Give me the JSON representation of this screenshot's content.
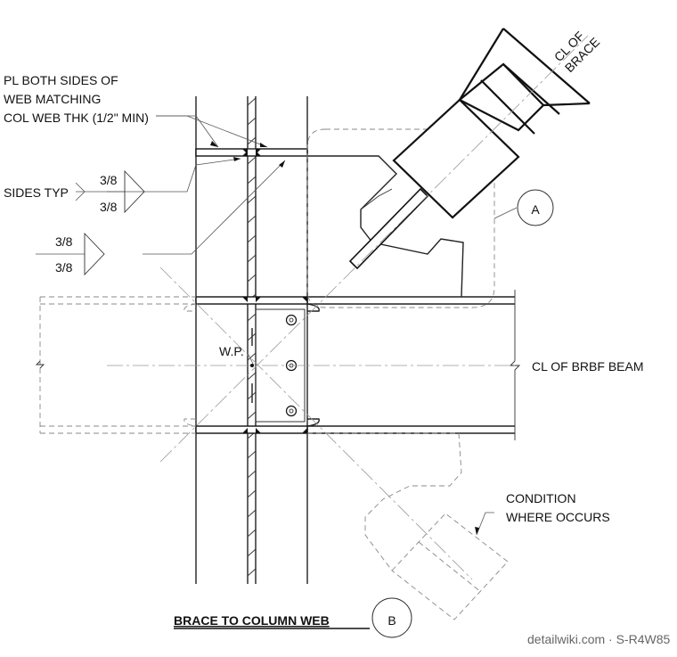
{
  "notes": {
    "note_pl_line1": "PL BOTH SIDES OF",
    "note_pl_line2": "WEB MATCHING",
    "note_pl_line3": "COL WEB  THK (1/2\" MIN)",
    "sides_typ": "SIDES TYP",
    "weld_top_upper": "3/8",
    "weld_top_lower": "3/8",
    "weld_mid_upper": "3/8",
    "weld_mid_lower": "3/8",
    "wp": "W.P.",
    "cl_brbf_beam": "CL OF BRBF  BEAM",
    "cl_brace_line1": "CL OF",
    "cl_brace_line2": "BRACE",
    "condition_line1": "CONDITION",
    "condition_line2": "WHERE OCCURS"
  },
  "bubbles": {
    "detail_a": "A",
    "detail_b": "B"
  },
  "title": "BRACE TO COLUMN WEB",
  "watermark": "detailwiki.com · S-R4W85"
}
